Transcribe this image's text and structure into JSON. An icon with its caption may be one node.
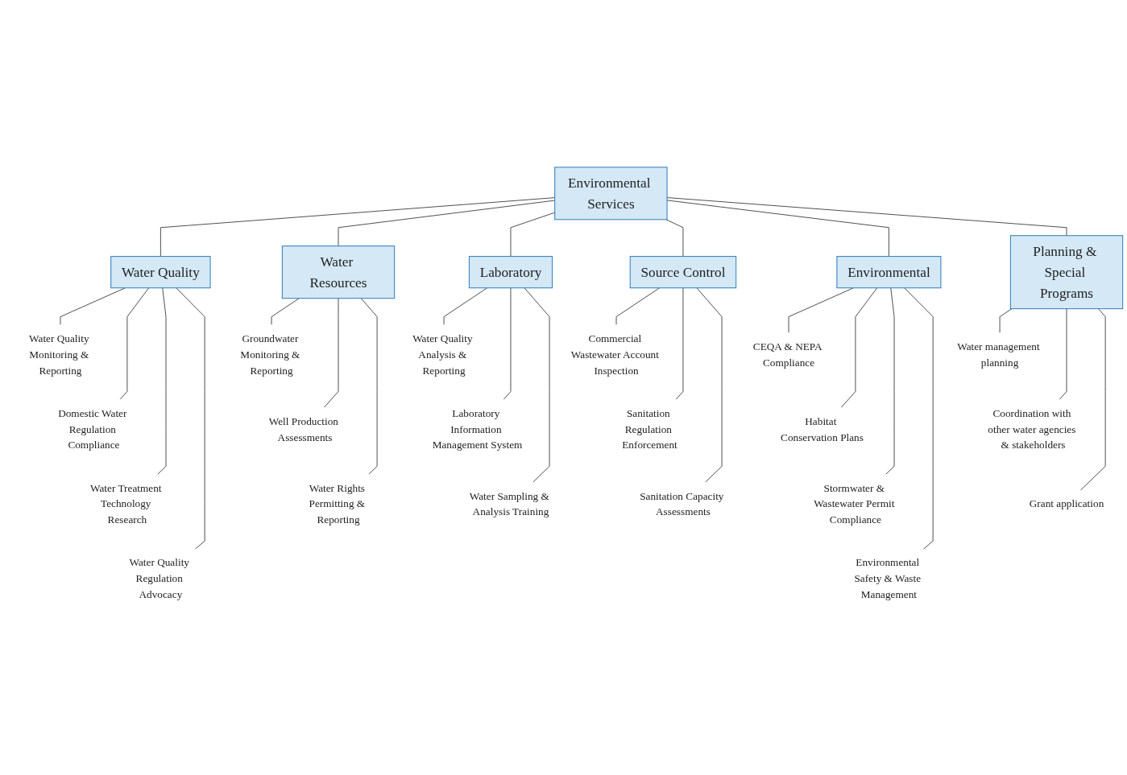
{
  "diagram": {
    "nodes": [
      {
        "text": [
          "Environmental Services"
        ]
      },
      {
        "text": [
          "Water Quality"
        ]
      },
      {
        "text": [
          "Water Resources"
        ]
      },
      {
        "text": [
          "Laboratory"
        ]
      },
      {
        "text": [
          "Source Control"
        ]
      },
      {
        "text": [
          "Environmental"
        ]
      },
      {
        "text": [
          "Planning & Special Programs"
        ]
      },
      {
        "text": [
          "Water Quality Monitoring & Reporting"
        ]
      },
      {
        "text": [
          "Domestic Water Regulation Compliance"
        ]
      },
      {
        "text": [
          "Water Treatment Technology Research"
        ]
      },
      {
        "text": [
          "Water Quality Regulation Advocacy"
        ]
      },
      {
        "text": [
          "Groundwater Monitoring & Reporting"
        ]
      },
      {
        "text": [
          "Well Production Assessments"
        ]
      },
      {
        "text": [
          "Water Rights Permitting & Reporting"
        ]
      },
      {
        "text": [
          "Water Quality Analysis & Reporting"
        ]
      },
      {
        "text": [
          "Laboratory Information Management System"
        ]
      },
      {
        "text": [
          "Water Sampling & Analysis Training"
        ]
      },
      {
        "text": [
          "Commercial Wastewater Account Inspection"
        ]
      },
      {
        "text": [
          "Sanitation Regulation Enforcement"
        ]
      },
      {
        "text": [
          "Sanitation Capacity Assessments"
        ]
      },
      {
        "text": [
          "CEQA & NEPA Compliance"
        ]
      },
      {
        "text": [
          "Habitat Conservation Plans"
        ]
      },
      {
        "text": [
          "Stormwater & Wastewater Permit Compliance"
        ]
      },
      {
        "text": [
          "Environmental Safety & Waste Management"
        ]
      },
      {
        "text": [
          "Water management planning"
        ]
      },
      {
        "text": [
          "Coordination with other water agencies & stakeholders"
        ]
      },
      {
        "text": [
          "Grant application"
        ]
      }
    ],
    "edges": [
      {
        "from": 0,
        "to": 1,
        "arrow": "none"
      },
      {
        "from": 0,
        "to": 2,
        "arrow": "none"
      },
      {
        "from": 0,
        "to": 3,
        "arrow": "none"
      },
      {
        "from": 0,
        "to": 4,
        "arrow": "none"
      },
      {
        "from": 0,
        "to": 5,
        "arrow": "none"
      },
      {
        "from": 0,
        "to": 6,
        "arrow": "none"
      },
      {
        "from": 1,
        "to": 7,
        "arrow": "none"
      },
      {
        "from": 1,
        "to": 8,
        "arrow": "none"
      },
      {
        "from": 1,
        "to": 9,
        "arrow": "none"
      },
      {
        "from": 1,
        "to": 10,
        "arrow": "none"
      },
      {
        "from": 2,
        "to": 11,
        "arrow": "none"
      },
      {
        "from": 2,
        "to": 12,
        "arrow": "none"
      },
      {
        "from": 2,
        "to": 13,
        "arrow": "none"
      },
      {
        "from": 3,
        "to": 14,
        "arrow": "none"
      },
      {
        "from": 3,
        "to": 15,
        "arrow": "none"
      },
      {
        "from": 3,
        "to": 16,
        "arrow": "none"
      },
      {
        "from": 4,
        "to": 17,
        "arrow": "none"
      },
      {
        "from": 4,
        "to": 18,
        "arrow": "none"
      },
      {
        "from": 4,
        "to": 19,
        "arrow": "none"
      },
      {
        "from": 5,
        "to": 20,
        "arrow": "none"
      },
      {
        "from": 5,
        "to": 21,
        "arrow": "none"
      },
      {
        "from": 5,
        "to": 22,
        "arrow": "none"
      },
      {
        "from": 5,
        "to": 23,
        "arrow": "none"
      },
      {
        "from": 6,
        "to": 24,
        "arrow": "none"
      },
      {
        "from": 6,
        "to": 25,
        "arrow": "none"
      },
      {
        "from": 6,
        "to": 26,
        "arrow": "none"
      }
    ]
  }
}
